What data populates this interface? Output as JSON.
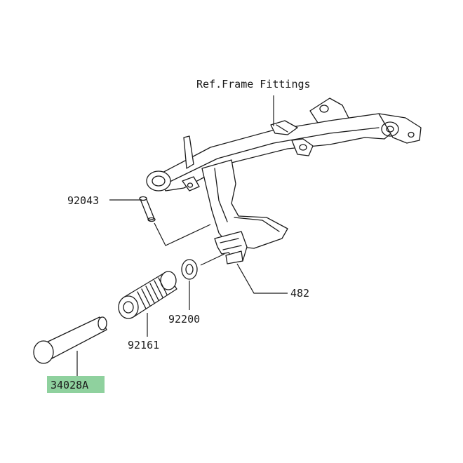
{
  "diagram": {
    "ref_label": "Ref.Frame Fittings",
    "parts": [
      {
        "id": "pin",
        "number": "92043",
        "highlighted": false
      },
      {
        "id": "bracket",
        "number": "482",
        "highlighted": false
      },
      {
        "id": "washer",
        "number": "92200",
        "highlighted": false
      },
      {
        "id": "rubber",
        "number": "92161",
        "highlighted": false
      },
      {
        "id": "footpeg",
        "number": "34028A",
        "highlighted": true
      }
    ],
    "colors": {
      "line": "#1a1a1a",
      "highlight": "#8fd19e",
      "background": "#ffffff"
    }
  }
}
